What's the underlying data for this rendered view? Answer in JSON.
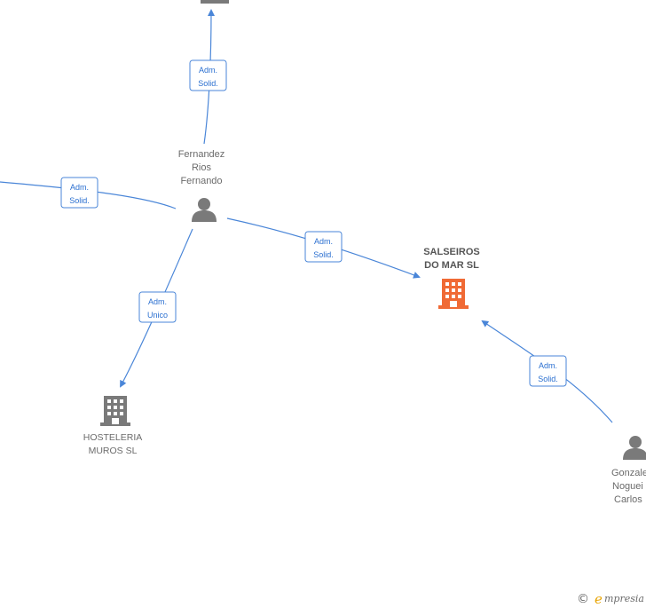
{
  "diagram": {
    "nodes": {
      "fernandez": {
        "kind": "person",
        "label_lines": [
          "Fernandez",
          "Rios",
          "Fernando"
        ]
      },
      "salseiros": {
        "kind": "company-main",
        "label_lines": [
          "SALSEIROS",
          "DO MAR  SL"
        ]
      },
      "hosteleria": {
        "kind": "company",
        "label_lines": [
          "HOSTELERIA",
          "MUROS  SL"
        ]
      },
      "gonzalez": {
        "kind": "person",
        "label_lines": [
          "Gonzalez",
          "Noguei",
          "Carlos"
        ]
      },
      "top_company": {
        "kind": "company",
        "label_lines": []
      }
    },
    "edges": [
      {
        "id": "fernandez-top",
        "label_lines": [
          "Adm.",
          "Solid."
        ]
      },
      {
        "id": "left-fernandez",
        "label_lines": [
          "Adm.",
          "Solid."
        ]
      },
      {
        "id": "fernandez-salseiros",
        "label_lines": [
          "Adm.",
          "Solid."
        ]
      },
      {
        "id": "fernandez-hosteleria",
        "label_lines": [
          "Adm.",
          "Unico"
        ]
      },
      {
        "id": "gonzalez-salseiros",
        "label_lines": [
          "Adm.",
          "Solid."
        ]
      }
    ],
    "colors": {
      "edge": "#4a86d8",
      "label_text": "#2a6fd0",
      "company_icon": "#7a7a7a",
      "main_company_icon": "#f06a35",
      "person_icon": "#7a7a7a"
    }
  },
  "footer": {
    "copyright_symbol": "©",
    "brand_initial": "e",
    "brand_rest": "mpresia"
  }
}
